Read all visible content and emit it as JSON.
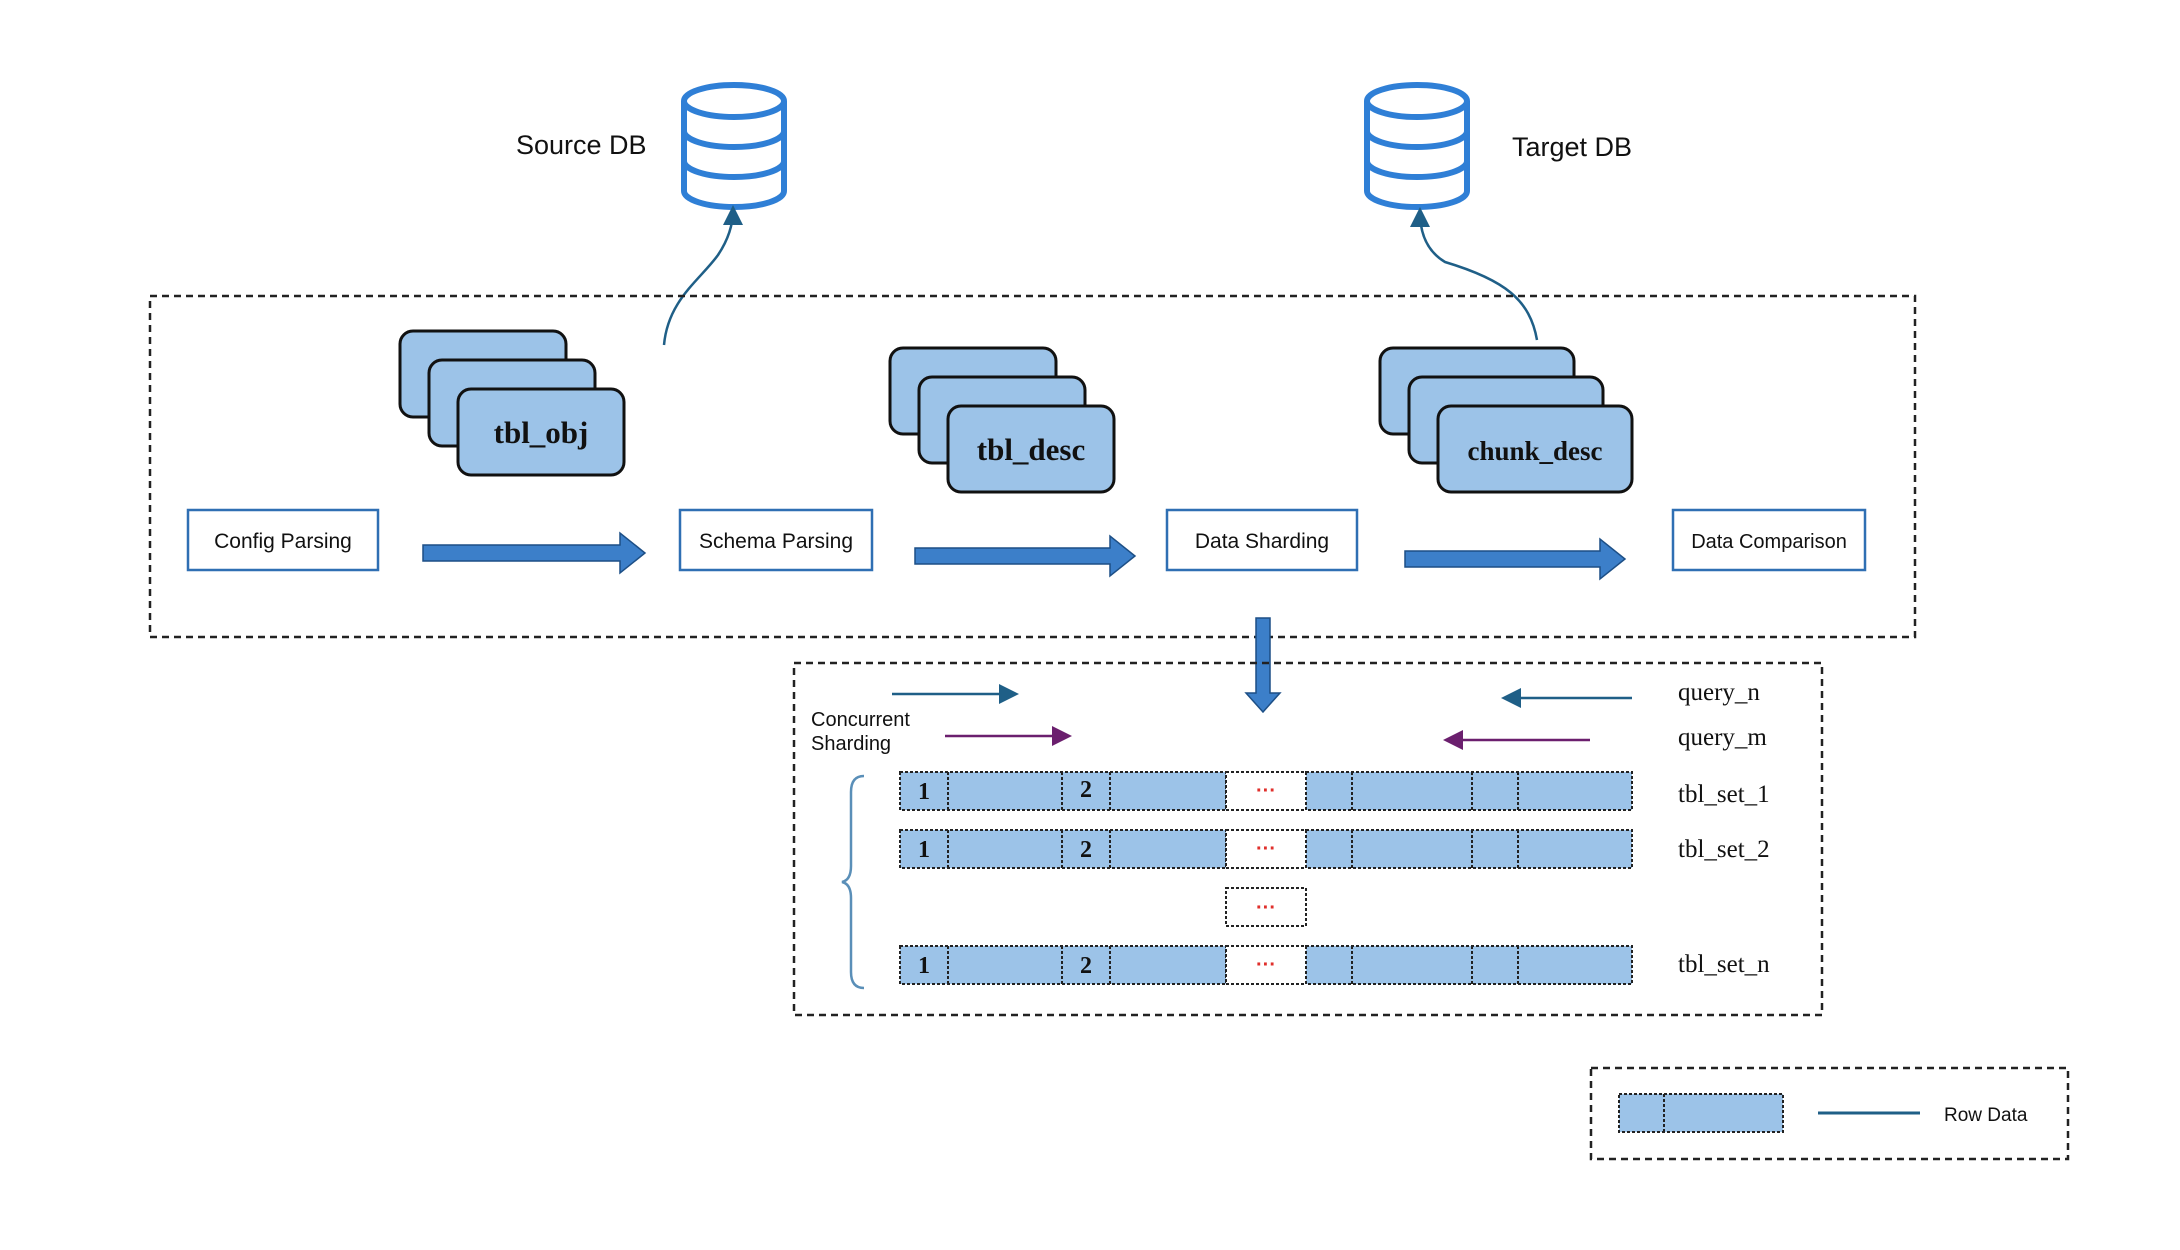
{
  "databases": {
    "source": {
      "label": "Source DB"
    },
    "target": {
      "label": "Target DB"
    }
  },
  "pipeline": {
    "stages": [
      {
        "label": "Config Parsing"
      },
      {
        "label": "Schema Parsing"
      },
      {
        "label": "Data Sharding"
      },
      {
        "label": "Data Comparison"
      }
    ],
    "stacks": [
      {
        "label": "tbl_obj"
      },
      {
        "label": "tbl_desc"
      },
      {
        "label": "chunk_desc"
      }
    ]
  },
  "sharding": {
    "concurrent_label_line1": "Concurrent",
    "concurrent_label_line2": "Sharding",
    "queries": [
      {
        "label": "query_n"
      },
      {
        "label": "query_m"
      }
    ],
    "rows": [
      {
        "label": "tbl_set_1",
        "first": "1",
        "second": "2",
        "gap": "···"
      },
      {
        "label": "tbl_set_2",
        "first": "1",
        "second": "2",
        "gap": "···"
      },
      {
        "label": "tbl_set_n",
        "first": "1",
        "second": "2",
        "gap": "···"
      }
    ],
    "middle_gap": "···"
  },
  "legend": {
    "row_data_label": "Row Data"
  },
  "colors": {
    "db_blue": "#2f7fd6",
    "card_fill": "#9cc3e8",
    "arrow_blue": "#3c7fc9",
    "teal_line": "#1f5f87",
    "purple_line": "#6b1f6e",
    "stage_border": "#2f6fb3",
    "dots_red": "#e0302c"
  }
}
